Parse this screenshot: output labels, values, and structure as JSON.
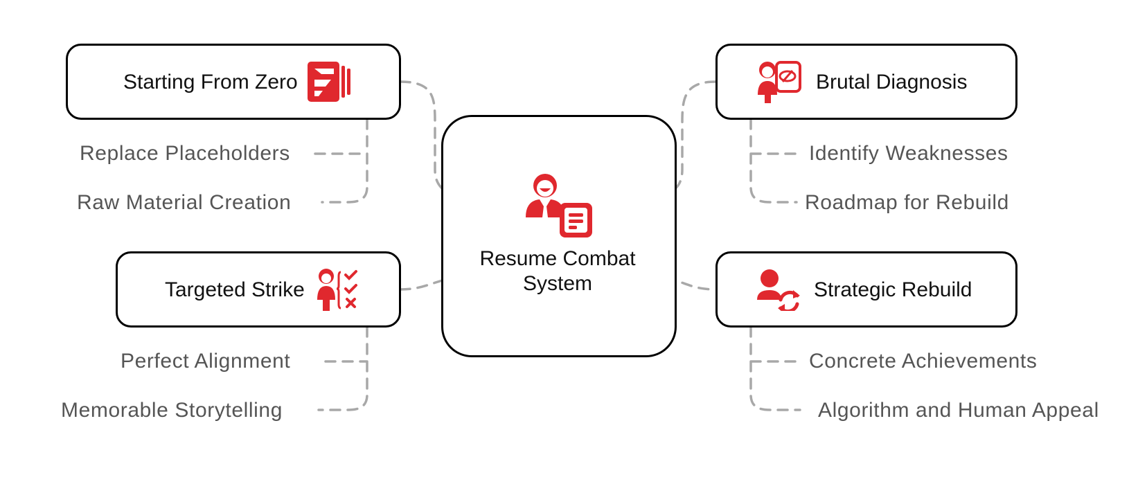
{
  "diagram": {
    "center": {
      "title": "Resume Combat System",
      "icon": "resume-person-icon"
    },
    "accent_color": "#e0282e",
    "branches": [
      {
        "title": "Starting From Zero",
        "icon": "document-stack-icon",
        "subs": [
          "Replace Placeholders",
          "Raw Material Creation"
        ]
      },
      {
        "title": "Brutal Diagnosis",
        "icon": "person-inspect-icon",
        "subs": [
          "Identify Weaknesses",
          "Roadmap for Rebuild"
        ]
      },
      {
        "title": "Targeted Strike",
        "icon": "person-checklist-icon",
        "subs": [
          "Perfect Alignment",
          "Memorable Storytelling"
        ]
      },
      {
        "title": "Strategic Rebuild",
        "icon": "person-refresh-icon",
        "subs": [
          "Concrete Achievements",
          "Algorithm and Human Appeal"
        ]
      }
    ]
  }
}
